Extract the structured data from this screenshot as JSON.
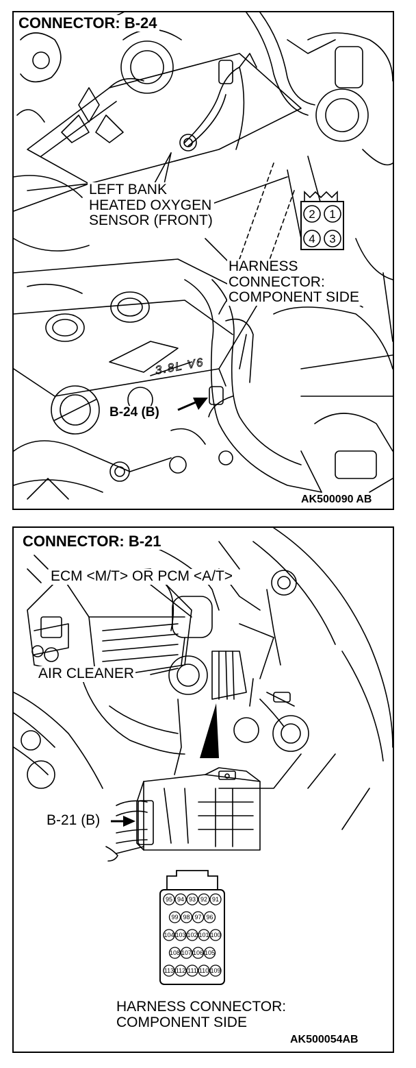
{
  "panels": [
    {
      "title": "CONNECTOR: B-24",
      "sensor_label": [
        "LEFT BANK",
        "HEATED OXYGEN",
        "SENSOR (FRONT)"
      ],
      "harness_label": [
        "HARNESS",
        "CONNECTOR:",
        "COMPONENT SIDE"
      ],
      "pointer_label": "B-24 (B)",
      "engine_badge": "3.8L V6",
      "connector_pins": [
        "2",
        "1",
        "4",
        "3"
      ],
      "figure_code": "AK500090 AB"
    },
    {
      "title": "CONNECTOR: B-21",
      "ecm_label": "ECM <M/T> OR PCM <A/T>",
      "air_cleaner_label": "AIR CLEANER",
      "pointer_label": "B-21 (B)",
      "connector_pins": [
        [
          "95",
          "94",
          "93",
          "92",
          "91"
        ],
        [
          "99",
          "98",
          "97",
          "96"
        ],
        [
          "104",
          "103",
          "102",
          "101",
          "100"
        ],
        [
          "108",
          "107",
          "106",
          "105"
        ],
        [
          "113",
          "112",
          "111",
          "110",
          "109"
        ]
      ],
      "harness_label": [
        "HARNESS CONNECTOR:",
        "COMPONENT SIDE"
      ],
      "figure_code": "AK500054AB"
    }
  ]
}
